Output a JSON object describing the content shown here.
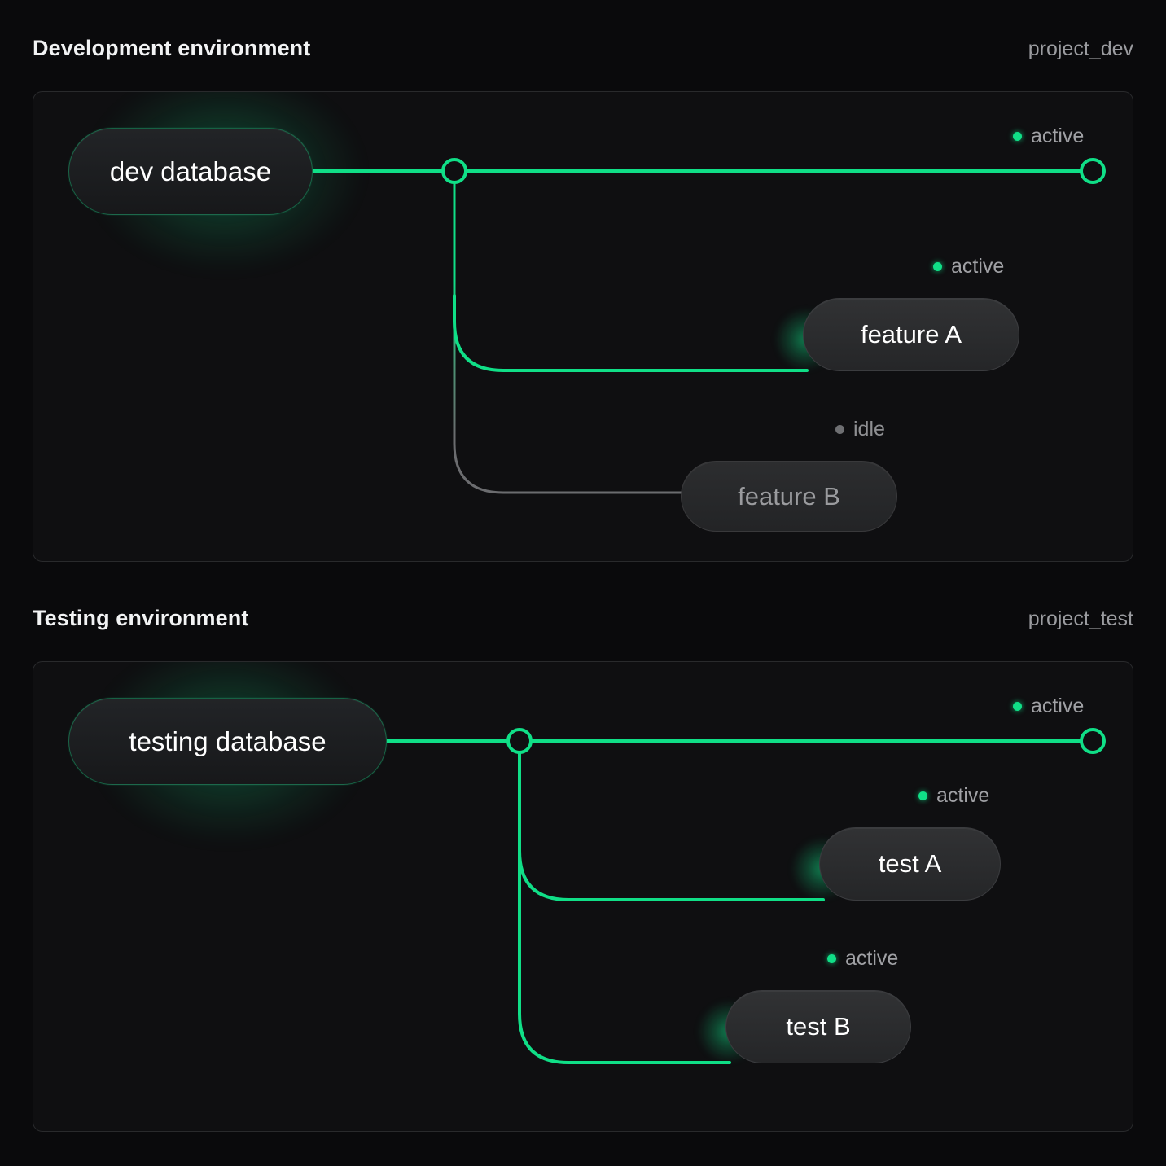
{
  "theme": {
    "background": "#0a0a0c",
    "panel_bg": "#0f0f11",
    "panel_border": "#292a2c",
    "accent_active": "#10df87",
    "idle_gray": "#6b6c6f",
    "text_primary": "#f2f3f4",
    "text_muted": "#9b9ca0"
  },
  "sections": [
    {
      "title": "Development environment",
      "project": "project_dev",
      "database": {
        "label": "dev database",
        "state": "active"
      },
      "trunk_endpoint": {
        "status": "active"
      },
      "branches": [
        {
          "label": "feature A",
          "status": "active",
          "state": "active"
        },
        {
          "label": "feature B",
          "status": "idle",
          "state": "idle"
        }
      ]
    },
    {
      "title": "Testing environment",
      "project": "project_test",
      "database": {
        "label": "testing database",
        "state": "active"
      },
      "trunk_endpoint": {
        "status": "active"
      },
      "branches": [
        {
          "label": "test A",
          "status": "active",
          "state": "active"
        },
        {
          "label": "test B",
          "status": "active",
          "state": "active"
        }
      ]
    }
  ]
}
